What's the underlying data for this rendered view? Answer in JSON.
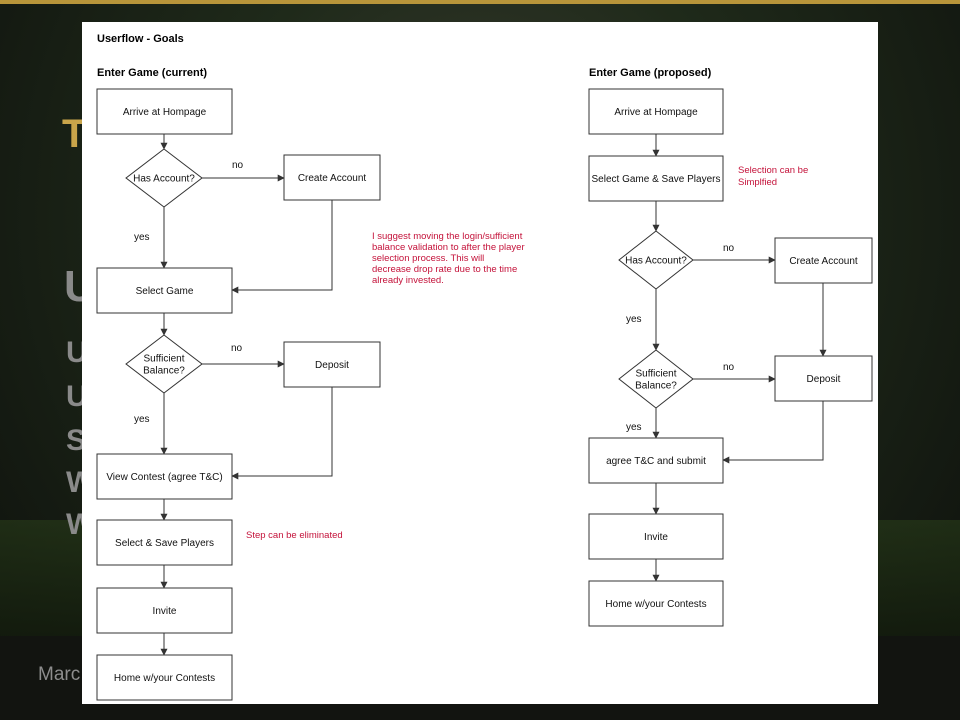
{
  "background": {
    "footer_text": "Marc",
    "side_letters": [
      "U",
      "U",
      "U",
      "S",
      "W",
      "W"
    ],
    "accent_letter": "T"
  },
  "title": "Userflow - Goals",
  "current": {
    "heading": "Enter Game (current)",
    "nodes": [
      {
        "id": "c_home",
        "type": "process",
        "lines": [
          "Arrive at Hompage"
        ]
      },
      {
        "id": "c_hasacc",
        "type": "decision",
        "lines": [
          "Has Account?"
        ]
      },
      {
        "id": "c_create",
        "type": "process",
        "lines": [
          "Create Account"
        ]
      },
      {
        "id": "c_select",
        "type": "process",
        "lines": [
          "Select Game"
        ]
      },
      {
        "id": "c_suff",
        "type": "decision",
        "lines": [
          "Sufficient",
          "Balance?"
        ]
      },
      {
        "id": "c_deposit",
        "type": "process",
        "lines": [
          "Deposit"
        ]
      },
      {
        "id": "c_view",
        "type": "process",
        "lines": [
          "View Contest (agree T&C)"
        ]
      },
      {
        "id": "c_players",
        "type": "process",
        "lines": [
          "Select & Save Players"
        ]
      },
      {
        "id": "c_invite",
        "type": "process",
        "lines": [
          "Invite"
        ]
      },
      {
        "id": "c_contests",
        "type": "process",
        "lines": [
          "Home w/your Contests"
        ]
      }
    ],
    "edges": [
      {
        "from": "c_home",
        "to": "c_hasacc",
        "label": ""
      },
      {
        "from": "c_hasacc",
        "to": "c_create",
        "label": "no"
      },
      {
        "from": "c_hasacc",
        "to": "c_select",
        "label": "yes"
      },
      {
        "from": "c_create",
        "to": "c_select",
        "label": ""
      },
      {
        "from": "c_select",
        "to": "c_suff",
        "label": ""
      },
      {
        "from": "c_suff",
        "to": "c_deposit",
        "label": "no"
      },
      {
        "from": "c_suff",
        "to": "c_view",
        "label": "yes"
      },
      {
        "from": "c_deposit",
        "to": "c_view",
        "label": ""
      },
      {
        "from": "c_view",
        "to": "c_players",
        "label": ""
      },
      {
        "from": "c_players",
        "to": "c_invite",
        "label": ""
      },
      {
        "from": "c_invite",
        "to": "c_contests",
        "label": ""
      }
    ]
  },
  "proposed": {
    "heading": "Enter Game (proposed)",
    "nodes": [
      {
        "id": "p_home",
        "type": "process",
        "lines": [
          "Arrive at Hompage"
        ]
      },
      {
        "id": "p_select",
        "type": "process",
        "lines": [
          "Select Game & Save Players"
        ]
      },
      {
        "id": "p_hasacc",
        "type": "decision",
        "lines": [
          "Has Account?"
        ]
      },
      {
        "id": "p_create",
        "type": "process",
        "lines": [
          "Create Account"
        ]
      },
      {
        "id": "p_suff",
        "type": "decision",
        "lines": [
          "Sufficient",
          "Balance?"
        ]
      },
      {
        "id": "p_deposit",
        "type": "process",
        "lines": [
          "Deposit"
        ]
      },
      {
        "id": "p_agree",
        "type": "process",
        "lines": [
          "agree T&C and submit"
        ]
      },
      {
        "id": "p_invite",
        "type": "process",
        "lines": [
          "Invite"
        ]
      },
      {
        "id": "p_contests",
        "type": "process",
        "lines": [
          "Home w/your Contests"
        ]
      }
    ],
    "edges": [
      {
        "from": "p_home",
        "to": "p_select",
        "label": ""
      },
      {
        "from": "p_select",
        "to": "p_hasacc",
        "label": ""
      },
      {
        "from": "p_hasacc",
        "to": "p_create",
        "label": "no"
      },
      {
        "from": "p_hasacc",
        "to": "p_suff",
        "label": "yes"
      },
      {
        "from": "p_create",
        "to": "p_deposit",
        "label": ""
      },
      {
        "from": "p_suff",
        "to": "p_deposit",
        "label": "no"
      },
      {
        "from": "p_suff",
        "to": "p_agree",
        "label": "yes"
      },
      {
        "from": "p_deposit",
        "to": "p_agree",
        "label": ""
      },
      {
        "from": "p_agree",
        "to": "p_invite",
        "label": ""
      },
      {
        "from": "p_invite",
        "to": "p_contests",
        "label": ""
      }
    ]
  },
  "notes": [
    {
      "id": "note_login",
      "lines": [
        "I suggest moving the login/sufficient",
        "balance validation to after the player",
        "selection process. This will",
        "decrease drop rate due to the time",
        "already invested."
      ]
    },
    {
      "id": "note_eliminate",
      "lines": [
        "Step can be eliminated"
      ]
    },
    {
      "id": "note_simplified",
      "lines": [
        "Selection can be",
        "Simplfied"
      ]
    }
  ],
  "colors": {
    "note": "#c4123a",
    "stroke": "#333333",
    "accent": "#b8953a"
  }
}
